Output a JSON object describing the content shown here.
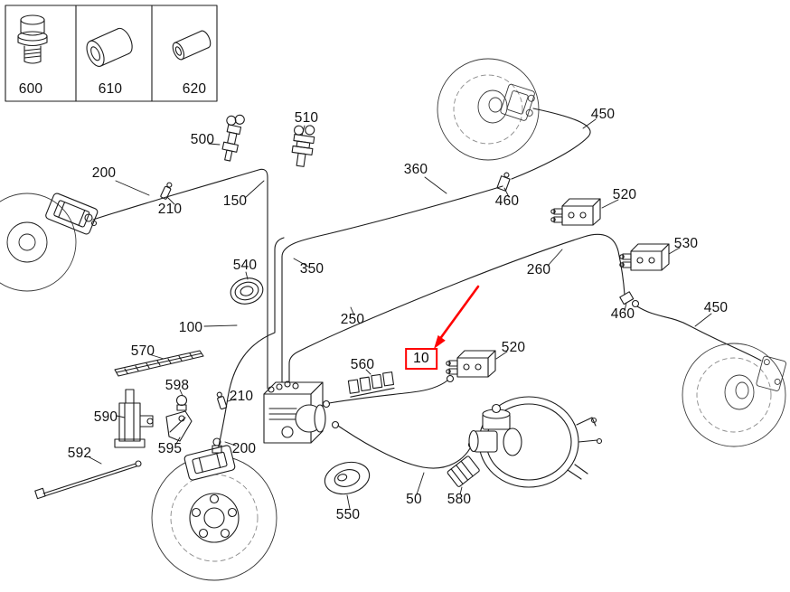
{
  "diagram": {
    "kind": "brake-system-parts-diagram",
    "background": "#ffffff",
    "line_color": "#1c1c1c",
    "highlight_color": "#ff0000"
  },
  "legend": {
    "items": [
      {
        "label": "600",
        "icon": "threaded-cap-icon"
      },
      {
        "label": "610",
        "icon": "sleeve-bushing-icon"
      },
      {
        "label": "620",
        "icon": "dowel-pin-icon"
      }
    ]
  },
  "highlight": {
    "label": "10",
    "marker": "red-box-with-red-arrow"
  },
  "labels": [
    {
      "id": "510",
      "text": "510"
    },
    {
      "id": "500",
      "text": "500"
    },
    {
      "id": "450-top",
      "text": "450"
    },
    {
      "id": "200-top",
      "text": "200"
    },
    {
      "id": "360",
      "text": "360"
    },
    {
      "id": "210-top",
      "text": "210"
    },
    {
      "id": "150",
      "text": "150"
    },
    {
      "id": "460-top",
      "text": "460"
    },
    {
      "id": "520-top",
      "text": "520"
    },
    {
      "id": "530",
      "text": "530"
    },
    {
      "id": "540",
      "text": "540"
    },
    {
      "id": "350",
      "text": "350"
    },
    {
      "id": "260",
      "text": "260"
    },
    {
      "id": "460-right",
      "text": "460"
    },
    {
      "id": "450-right",
      "text": "450"
    },
    {
      "id": "250",
      "text": "250"
    },
    {
      "id": "100",
      "text": "100"
    },
    {
      "id": "570",
      "text": "570"
    },
    {
      "id": "560",
      "text": "560"
    },
    {
      "id": "520-center",
      "text": "520"
    },
    {
      "id": "598",
      "text": "598"
    },
    {
      "id": "210-lower",
      "text": "210"
    },
    {
      "id": "590",
      "text": "590"
    },
    {
      "id": "595",
      "text": "595"
    },
    {
      "id": "200-lower",
      "text": "200"
    },
    {
      "id": "592",
      "text": "592"
    },
    {
      "id": "550",
      "text": "550"
    },
    {
      "id": "50",
      "text": "50"
    },
    {
      "id": "580",
      "text": "580"
    }
  ]
}
